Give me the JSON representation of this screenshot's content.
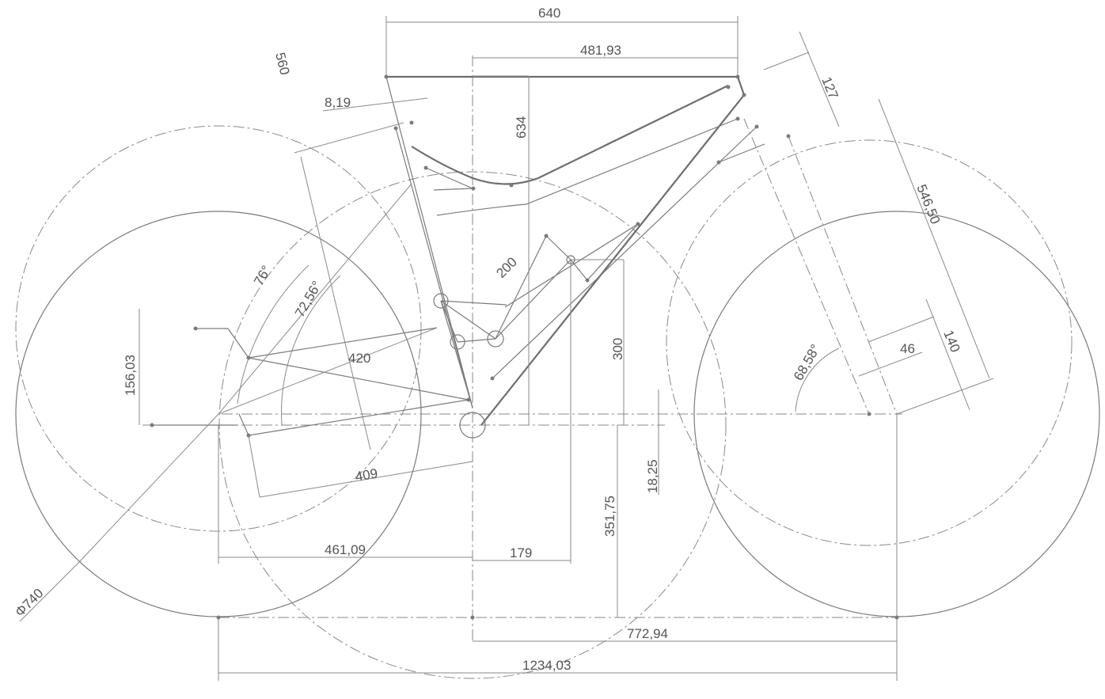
{
  "dimensions": {
    "d640": "640",
    "d481": "481,93",
    "d634": "634",
    "d560": "560",
    "d819": "8,19",
    "d127": "127",
    "d546": "546,50",
    "d200": "200",
    "d76": "76°",
    "d7256": "72,56°",
    "d420": "420",
    "d15603": "156,03",
    "d409": "409",
    "d300": "300",
    "d1825": "18,25",
    "d35175": "351,75",
    "d46109": "461,09",
    "d179": "179",
    "d77294": "772,94",
    "d123403": "1234,03",
    "d6858": "68,58°",
    "d46": "46",
    "d140": "140",
    "d740": "Φ740"
  }
}
